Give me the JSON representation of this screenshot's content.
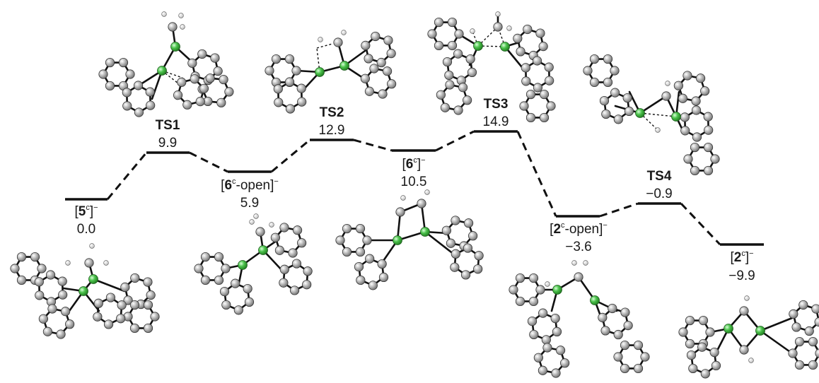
{
  "states": [
    {
      "id": "5c",
      "label_pre": "[",
      "label_bold": "5",
      "label_sup": "c",
      "label_post": "]",
      "charge": "−",
      "energy": "0.0"
    },
    {
      "id": "TS1",
      "name": "TS1",
      "energy": "9.9"
    },
    {
      "id": "6c-open",
      "label_pre": "[",
      "label_bold": "6",
      "label_sup": "c",
      "label_post": "-open]",
      "charge": "−",
      "energy": "5.9"
    },
    {
      "id": "TS2",
      "name": "TS2",
      "energy": "12.9"
    },
    {
      "id": "6c",
      "label_pre": "[",
      "label_bold": "6",
      "label_sup": "c",
      "label_post": "]",
      "charge": "−",
      "energy": "10.5"
    },
    {
      "id": "TS3",
      "name": "TS3",
      "energy": "14.9"
    },
    {
      "id": "2c-open",
      "label_pre": "[",
      "label_bold": "2",
      "label_sup": "c",
      "label_post": "-open]",
      "charge": "−",
      "energy": "−3.6"
    },
    {
      "id": "TS4",
      "name": "TS4",
      "energy": "−0.9"
    },
    {
      "id": "2c",
      "label_pre": "[",
      "label_bold": "2",
      "label_sup": "c",
      "label_post": "]",
      "charge": "−",
      "energy": "−9.9"
    }
  ],
  "colors": {
    "carbon": "#9a9a9a",
    "boron": "#3cb043",
    "hydrogen": "#f2f2f2",
    "line": "#111111"
  }
}
